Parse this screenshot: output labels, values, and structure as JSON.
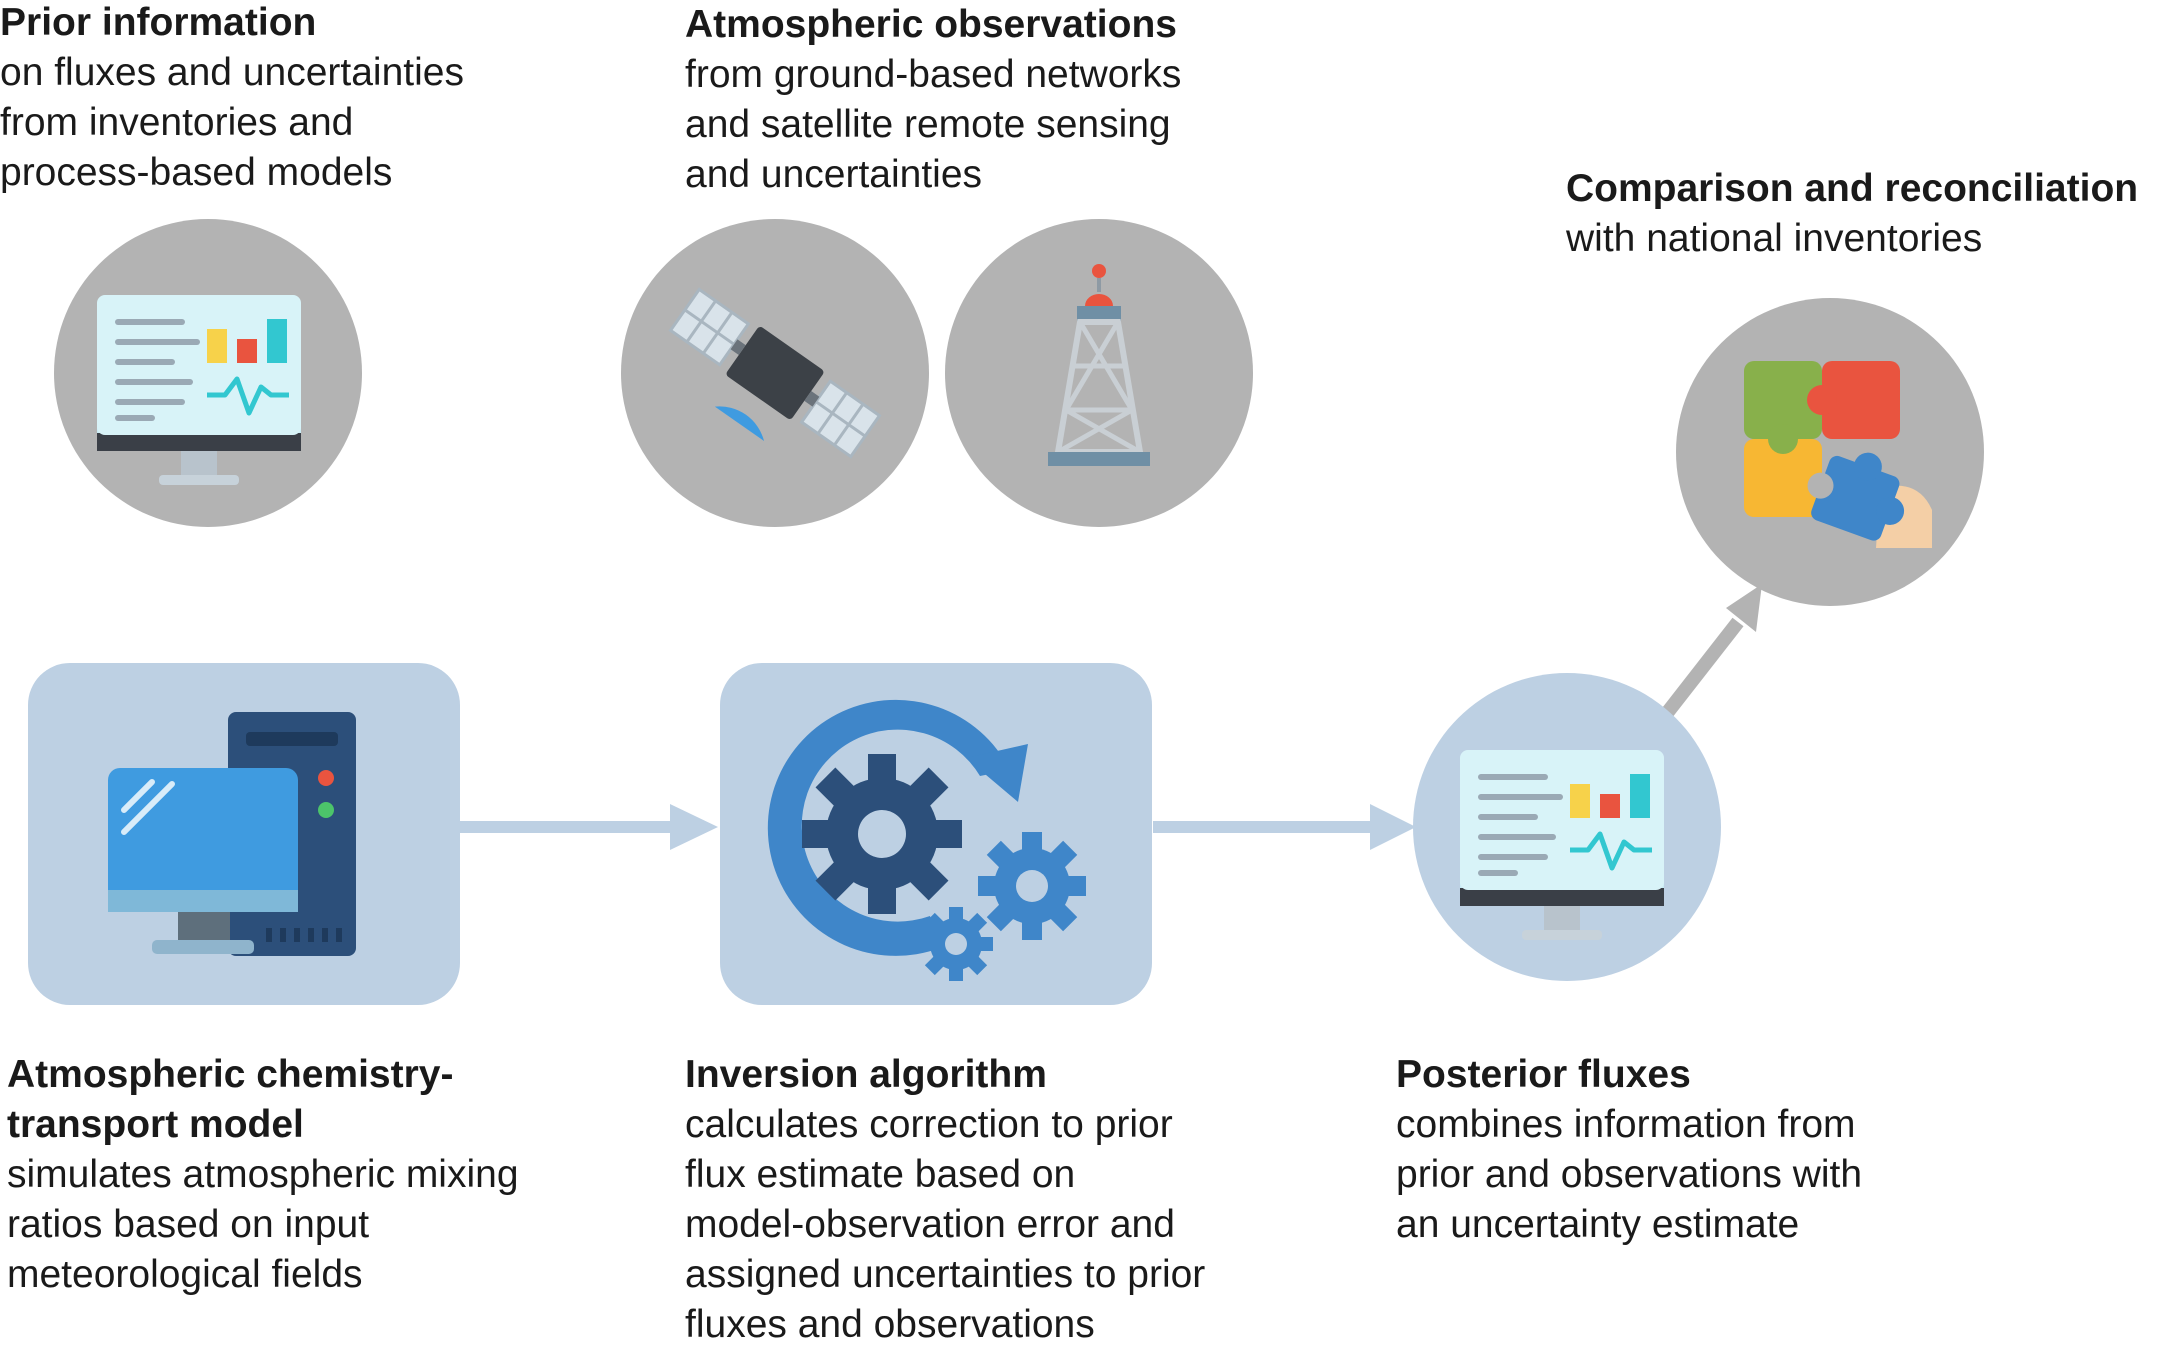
{
  "prior": {
    "title": "Prior information",
    "lines": [
      "on fluxes and uncertainties",
      "from inventories and",
      "process-based models"
    ]
  },
  "atmospheric_obs": {
    "title": "Atmospheric observations",
    "lines": [
      "from ground-based networks",
      "and satellite remote sensing",
      "and uncertainties"
    ]
  },
  "comparison": {
    "title": "Comparison and reconciliation",
    "lines": [
      "with national inventories"
    ]
  },
  "transport_model": {
    "title_lines": [
      "Atmospheric chemistry-",
      "transport model"
    ],
    "lines": [
      "simulates atmospheric mixing",
      "ratios based on input",
      "meteorological fields"
    ]
  },
  "inversion": {
    "title": "Inversion algorithm",
    "lines": [
      "calculates correction to prior",
      "flux estimate based on",
      "model-observation error and",
      "assigned uncertainties to prior",
      "fluxes and observations"
    ]
  },
  "posterior": {
    "title": "Posterior fluxes",
    "lines": [
      "combines information from",
      "prior and observations with",
      "an uncertainty estimate"
    ]
  },
  "colors": {
    "grey_circle": "#b3b3b3",
    "blue_box": "#bdd0e3",
    "grey_arrow": "#b3b3b3",
    "blue_arrow": "#bdd0e3"
  },
  "icons": [
    "monitor-chart-icon",
    "satellite-icon",
    "tower-icon",
    "puzzle-hand-icon",
    "computer-server-icon",
    "gears-cycle-icon"
  ]
}
